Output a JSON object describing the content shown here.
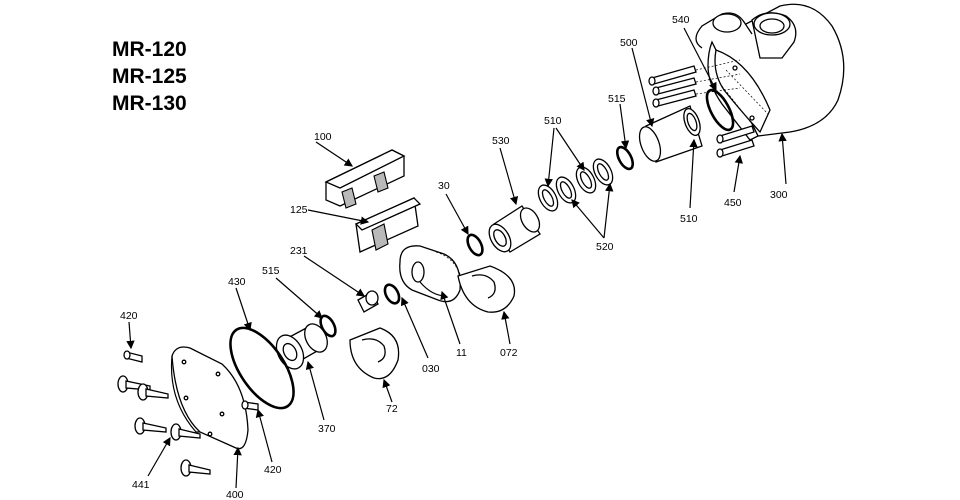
{
  "models": [
    "MR-120",
    "MR-125",
    "MR-130"
  ],
  "callouts": {
    "c100": "100",
    "c125": "125",
    "c231": "231",
    "c515a": "515",
    "c430": "430",
    "c420a": "420",
    "c420b": "420",
    "c441": "441",
    "c400": "400",
    "c370": "370",
    "c72": "72",
    "c030": "030",
    "c11": "11",
    "c072": "072",
    "c30": "30",
    "c530": "530",
    "c510a": "510",
    "c520": "520",
    "c515b": "515",
    "c500": "500",
    "c540": "540",
    "c510b": "510",
    "c450": "450",
    "c300": "300"
  }
}
